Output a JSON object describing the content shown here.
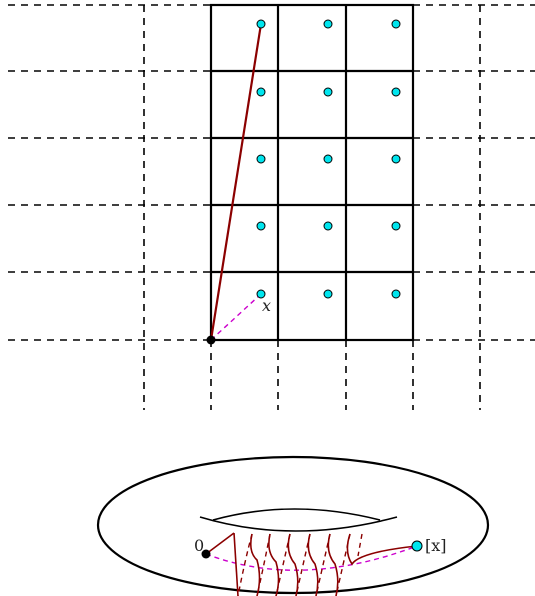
{
  "labels": {
    "x_point": "x",
    "origin": "0",
    "x_class": "[x]"
  },
  "colors": {
    "grid_dashed": "#000000",
    "grid_solid": "#000000",
    "lattice_point": "#00e5ee",
    "path": "#8b0000",
    "magenta_dashed": "#cc00cc"
  },
  "lattice": {
    "columns": 3,
    "rows": 5
  }
}
